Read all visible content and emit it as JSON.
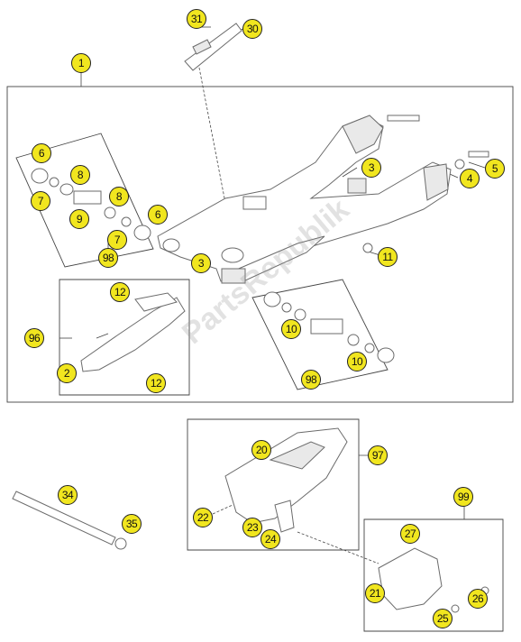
{
  "watermark_text": "PartsRepublik",
  "callouts": [
    {
      "id": "c1",
      "label": "1"
    },
    {
      "id": "c2",
      "label": "2"
    },
    {
      "id": "c3a",
      "label": "3"
    },
    {
      "id": "c3b",
      "label": "3"
    },
    {
      "id": "c4",
      "label": "4"
    },
    {
      "id": "c5",
      "label": "5"
    },
    {
      "id": "c6a",
      "label": "6"
    },
    {
      "id": "c6b",
      "label": "6"
    },
    {
      "id": "c7a",
      "label": "7"
    },
    {
      "id": "c7b",
      "label": "7"
    },
    {
      "id": "c8a",
      "label": "8"
    },
    {
      "id": "c8b",
      "label": "8"
    },
    {
      "id": "c9",
      "label": "9"
    },
    {
      "id": "c10a",
      "label": "10"
    },
    {
      "id": "c10b",
      "label": "10"
    },
    {
      "id": "c11",
      "label": "11"
    },
    {
      "id": "c12a",
      "label": "12"
    },
    {
      "id": "c12b",
      "label": "12"
    },
    {
      "id": "c20",
      "label": "20"
    },
    {
      "id": "c21",
      "label": "21"
    },
    {
      "id": "c22",
      "label": "22"
    },
    {
      "id": "c23",
      "label": "23"
    },
    {
      "id": "c24",
      "label": "24"
    },
    {
      "id": "c25",
      "label": "25"
    },
    {
      "id": "c26",
      "label": "26"
    },
    {
      "id": "c27",
      "label": "27"
    },
    {
      "id": "c30",
      "label": "30"
    },
    {
      "id": "c31",
      "label": "31"
    },
    {
      "id": "c34",
      "label": "34"
    },
    {
      "id": "c35",
      "label": "35"
    },
    {
      "id": "c96",
      "label": "96"
    },
    {
      "id": "c97",
      "label": "97"
    },
    {
      "id": "c98a",
      "label": "98"
    },
    {
      "id": "c98b",
      "label": "98"
    },
    {
      "id": "c99",
      "label": "99"
    }
  ],
  "colors": {
    "callout_fill": "#f1e61f",
    "line": "#444444",
    "part_stroke": "#6b6b6b"
  }
}
